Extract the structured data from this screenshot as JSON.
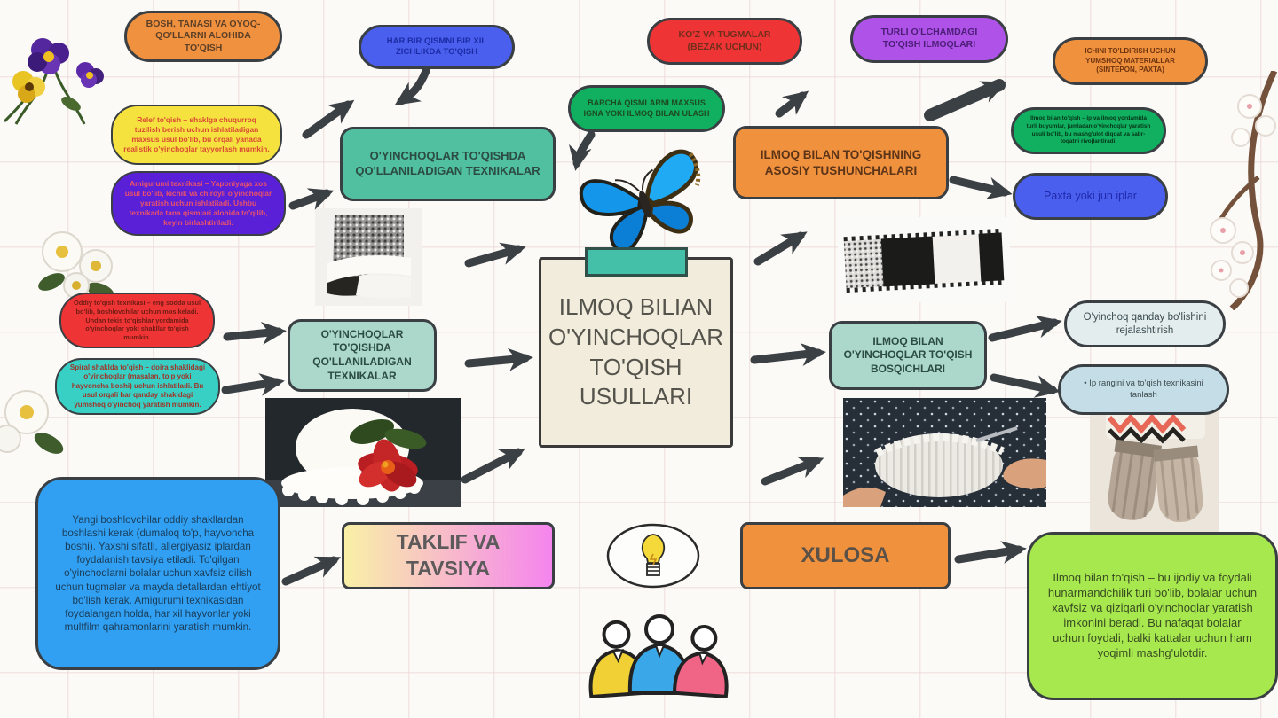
{
  "title_card": {
    "title": "ILMOQ BILIAN O'YINCHOQLAR TO'QISH USULLARI"
  },
  "techniques_branch": {
    "main_top": "O'YINCHOQLAR TO'QISHDA QO'LLANILADIGAN TEXNIKALAR",
    "main_left": "O'YINCHOQLAR TO'QISHDA QO'LLANILADIGAN TEXNIKALAR",
    "bosh_tanasi": "BOSH, TANASI VA OYOQ-QO'LLARNI ALOHIDA TO'QISH",
    "har_bir_qismni": "HAR BIR QISMNI BIR XIL ZICHLIKDA TO'QISH",
    "relef": "Relef to'qish – shaklga chuqurroq tuzilish berish uchun ishlatiladigan maxsus usul bo'lib, bu orqali yanada realistik o'yinchoqlar tayyorlash mumkin.",
    "amigurumi": "Amigurumi texnikasi – Yaponiyaga xos usul bo'lib, kichik va chiroyli o'yinchoqlar yaratish uchun ishlatiladi. Ushbu texnikada tana qismlari alohida to'qilib, keyin birlashtiriladi.",
    "barcha_qismlarni": "BARCHA QISMLARNI MAXSUS IGNA YOKI ILMOQ BILAN ULASH",
    "oddiy": "Oddiy to'qish texnikasi – eng sodda usul bo'lib, boshlovchilar uchun mos keladi. Undan tekis to'qishlar yordamida o'yinchoqlar yoki shakllar to'qish mumkin.",
    "spiral": "Spiral shaklda to'qish – doira shaklidagi o'yinchoqlar (masalan, to'p yoki hayvoncha boshi) uchun ishlatiladi. Bu usul orqali har qanday shakldagi yumshoq o'yinchoq yaratish mumkin."
  },
  "concepts_branch": {
    "main": "ILMOQ BILAN TO'QISHNING ASOSIY TUSHUNCHALARI",
    "koz_va_tugmalar": "KO'Z VA TUGMALAR (BEZAK UCHUN)",
    "turli_olchamdagi": "TURLI O'LCHAMDAGI TO'QISH ILMOQLARI",
    "ichini_toldirish": "ICHINI TO'LDIRISH UCHUN YUMSHOQ MATERIALLAR (SINTEPON, PAXTA)",
    "ilmoq_definition": "Ilmoq bilan to'qish – ip va ilmoq yordamida turli buyumlar, jumladan o'yinchoqlar yaratish usuli bo'lib, bu mashg'ulot diqqat va sabr-toqatni rivojlantiradi.",
    "paxta_yoki_jun": "Paxta yoki jun iplar"
  },
  "steps_branch": {
    "main": "ILMOQ BILAN O'YINCHOQLAR TO'QISH BOSQICHLARI",
    "rejalashtirish": "O'yinchoq qanday bo'lishini rejalashtirish",
    "ip_rangini": "• Ip rangini va to'qish texnikasini tanlash"
  },
  "taklif": {
    "title": "TAKLIF VA TAVSIYA",
    "body": "Yangi boshlovchilar oddiy shakllardan boshlashi kerak (dumaloq to'p, hayvoncha boshi). Yaxshi sifatli, allergiyasiz iplardan foydalanish tavsiya etiladi. To'qilgan o'yinchoqlarni bolalar uchun xavfsiz qilish uchun tugmalar va mayda detallardan ehtiyot bo'lish kerak. Amigurumi texnikasidan foydalangan holda, har xil hayvonlar yoki multfilm qahramonlarini yaratish mumkin."
  },
  "xulosa": {
    "title": "XULOSA",
    "body": "Ilmoq bilan to'qish – bu ijodiy va foydali hunarmandchilik turi bo'lib, bolalar uchun xavfsiz va qiziqarli o'yinchoqlar yaratish imkonini beradi. Bu nafaqat bolalar uchun foydali, balki kattalar uchun ham yoqimli mashg'ulotdir."
  },
  "icons": {
    "idea": "light-bulb",
    "audience": "three-people",
    "decorations": [
      "pansy-flowers",
      "white-roses",
      "corner-flower",
      "blossom-branch",
      "blue-butterfly"
    ]
  },
  "photos": [
    "knitted-sock",
    "crochet-hat-with-flower",
    "knitted-scarf",
    "hands-crocheting",
    "knitted-mittens"
  ],
  "palette": {
    "orange": "#f0913e",
    "blue": "#4a5fee",
    "yellow": "#f6e23e",
    "violet": "#5a20d8",
    "teal": "#50c0a0",
    "green": "#10b060",
    "red": "#ee3434",
    "purple": "#ae52e8",
    "light_teal": "#abd8ca",
    "cyan": "#38d0c4",
    "sky_blue": "#31a0f2",
    "lime": "#a6e84e",
    "cream": "#f2ecdc",
    "arrow": "#3b4045"
  }
}
